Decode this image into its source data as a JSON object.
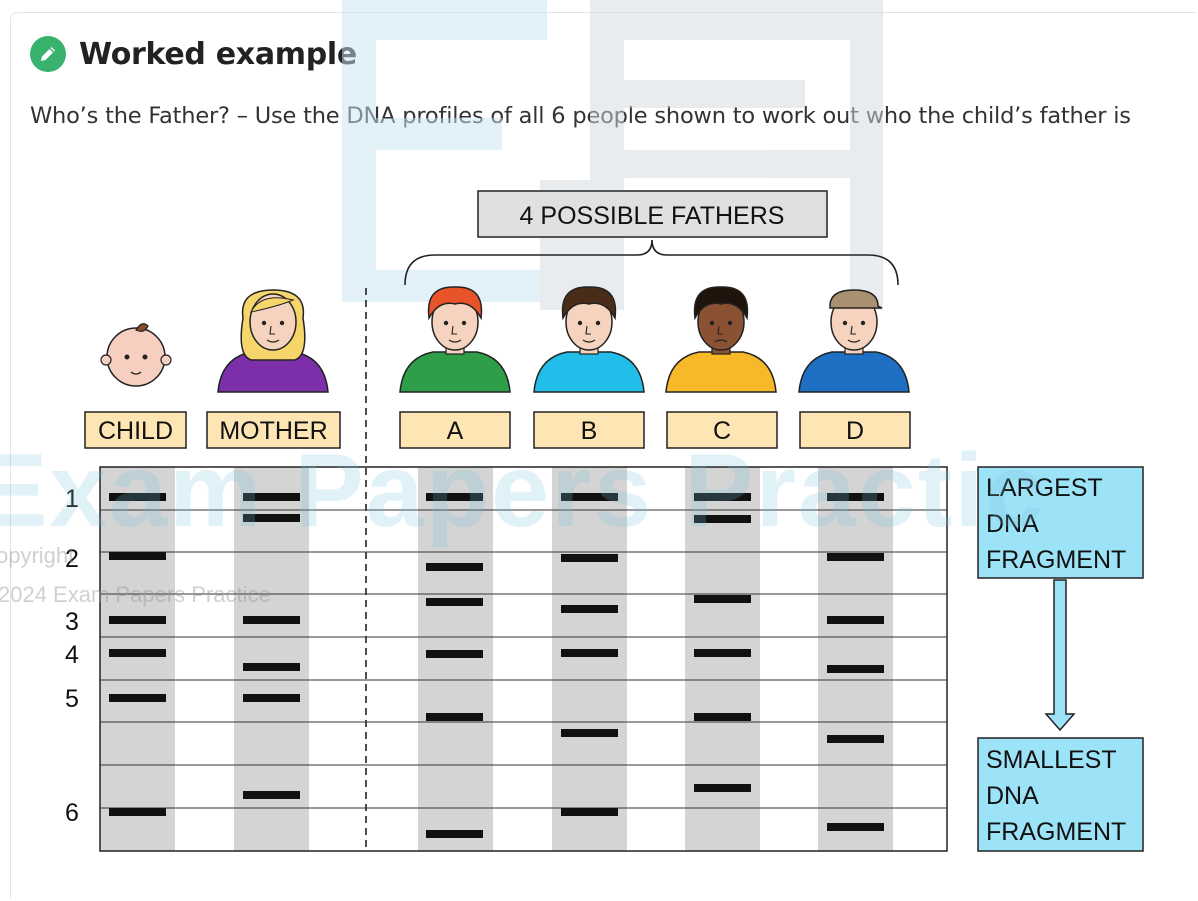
{
  "heading": {
    "title": "Worked example",
    "icon": "pencil-icon",
    "icon_color": "#38b26c"
  },
  "question": "Who’s the Father? – Use the DNA profiles of all 6 people shown to work out who the child’s father is",
  "diagram": {
    "fathers_box": "4  POSSIBLE  FATHERS",
    "people": [
      {
        "label": "CHILD",
        "shirt": "#f4c6b0",
        "hair": "#8a4b2a"
      },
      {
        "label": "MOTHER",
        "shirt": "#7b2fa8",
        "hair": "#f6d66b"
      },
      {
        "label": "A",
        "shirt": "#2e9e49",
        "hair": "#e8542a"
      },
      {
        "label": "B",
        "shirt": "#22bde8",
        "hair": "#4a2d18"
      },
      {
        "label": "C",
        "shirt": "#f7b928",
        "hair": "#1f140c"
      },
      {
        "label": "D",
        "shirt": "#1f6fc4",
        "hair": "#a89070"
      }
    ],
    "row_labels": [
      "1",
      "2",
      "3",
      "4",
      "5",
      "6"
    ],
    "largest_label": "LARGEST DNA FRAGMENT",
    "smallest_label": "SMALLEST DNA FRAGMENT",
    "label_color": "#9de3f7",
    "lane_color": "#d4d4d4"
  },
  "watermark": {
    "main": "Exam Papers Practic",
    "copyright": "opyright",
    "year": "2024 Exam Papers Practice"
  }
}
